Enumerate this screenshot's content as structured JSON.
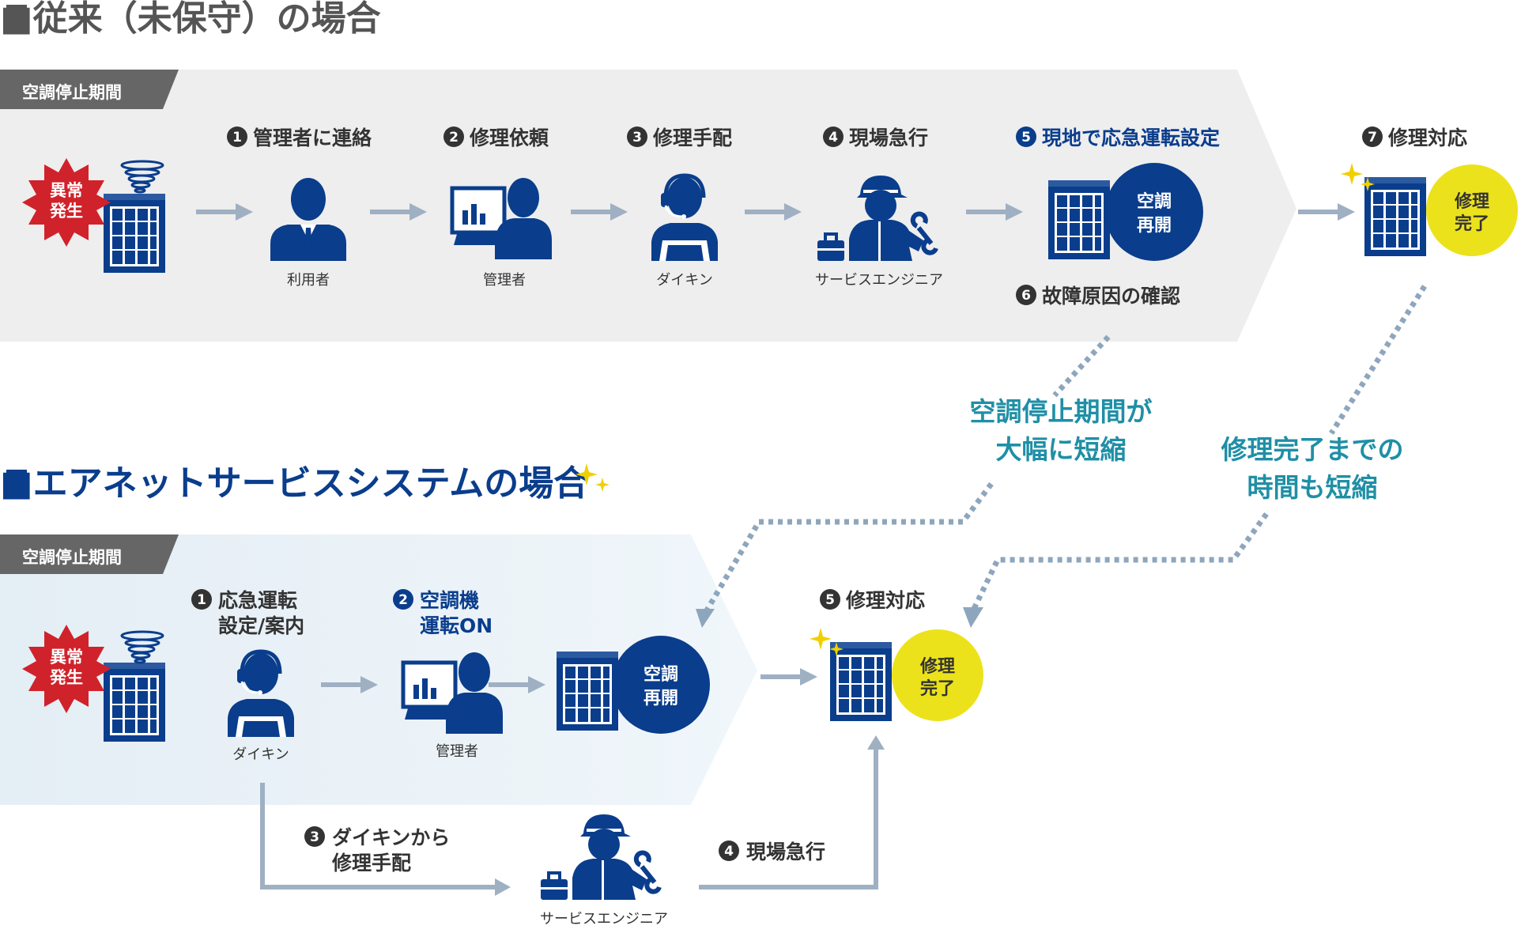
{
  "colors": {
    "navy": "#0a3d8c",
    "grey_panel": "#eeeeee",
    "blue_panel": "#eaf2f7",
    "tag_bg": "#666666",
    "arrow": "#9fb0c3",
    "alert_red": "#d0222a",
    "done_yellow": "#ece21b",
    "callout_teal": "#1f8fa6",
    "sparkle": "#f0d000"
  },
  "icons": [
    "square-bullet-icon",
    "ac-unit-icon",
    "alert-burst-icon",
    "wind-swirl-icon",
    "user-businessman-icon",
    "manager-monitor-icon",
    "operator-headset-icon",
    "service-engineer-icon",
    "toolbox-icon",
    "wrench-icon",
    "sparkle-icon",
    "arrow-icon",
    "dotted-arrow-icon"
  ],
  "conventional": {
    "title": "■従来（未保守）の場合",
    "period_tag": "空調停止期間",
    "alert": [
      "異常",
      "発生"
    ],
    "steps": [
      {
        "num": "1",
        "label": "管理者に連絡",
        "role": "利用者"
      },
      {
        "num": "2",
        "label": "修理依頼",
        "role": "管理者"
      },
      {
        "num": "3",
        "label": "修理手配",
        "role": "ダイキン"
      },
      {
        "num": "4",
        "label": "現場急行",
        "role": "サービスエンジニア"
      },
      {
        "num": "5",
        "label": "現地で応急運転設定"
      },
      {
        "num": "6",
        "label": "故障原因の確認"
      },
      {
        "num": "7",
        "label": "修理対応"
      }
    ],
    "restart": [
      "空調",
      "再開"
    ],
    "complete": [
      "修理",
      "完了"
    ]
  },
  "airnet": {
    "title": "■エアネットサービスシステムの場合",
    "period_tag": "空調停止期間",
    "alert": [
      "異常",
      "発生"
    ],
    "steps": [
      {
        "num": "1",
        "lines": [
          "応急運転",
          "設定/案内"
        ],
        "role": "ダイキン"
      },
      {
        "num": "2",
        "lines": [
          "空調機",
          "運転ON"
        ],
        "role": "管理者"
      },
      {
        "num": "3",
        "lines": [
          "ダイキンから",
          "修理手配"
        ]
      },
      {
        "num": "4",
        "lines": [
          "現場急行"
        ],
        "role": "サービスエンジニア"
      },
      {
        "num": "5",
        "lines": [
          "修理対応"
        ]
      }
    ],
    "restart": [
      "空調",
      "再開"
    ],
    "complete": [
      "修理",
      "完了"
    ]
  },
  "callouts": {
    "stop_period": [
      "空調停止期間が",
      "大幅に短縮"
    ],
    "repair_time": [
      "修理完了までの",
      "時間も短縮"
    ]
  }
}
